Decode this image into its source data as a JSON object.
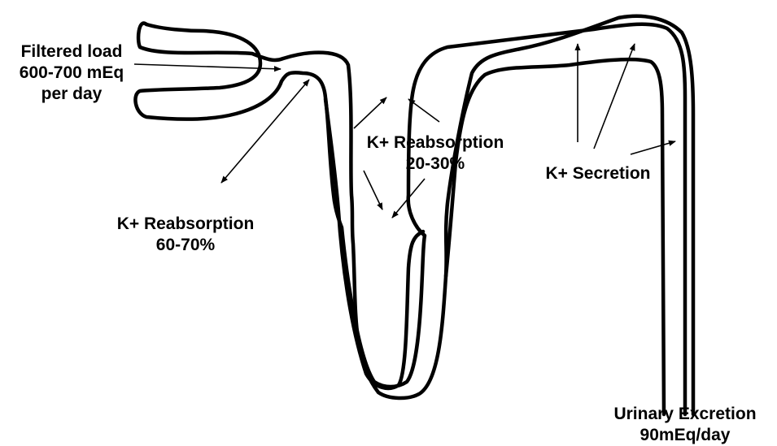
{
  "labels": {
    "filtered_load": [
      "Filtered load",
      "600-700 mEq",
      "per day"
    ],
    "proximal_reabsorption": [
      "K+ Reabsorption",
      "60-70%"
    ],
    "loop_reabsorption": [
      "K+ Reabsorption",
      "20-30%"
    ],
    "secretion": "K+ Secretion",
    "urinary_excretion": [
      "Urinary Excretion",
      "90mEq/day"
    ]
  }
}
